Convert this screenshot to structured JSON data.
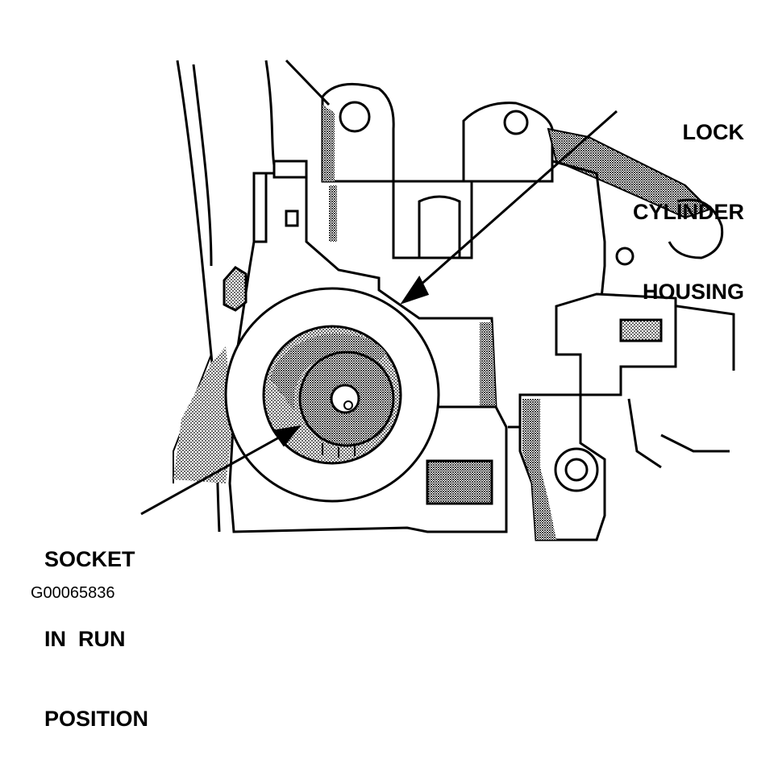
{
  "callouts": {
    "lock_cylinder_housing": [
      "LOCK",
      "CYLINDER",
      "HOUSING"
    ],
    "socket_in_run_position": [
      "SOCKET",
      "IN  RUN",
      "POSITION"
    ]
  },
  "figure_id": "G00065836",
  "colors": {
    "ink": "#000000",
    "paper": "#ffffff",
    "stipple": "#9a9a9a"
  }
}
